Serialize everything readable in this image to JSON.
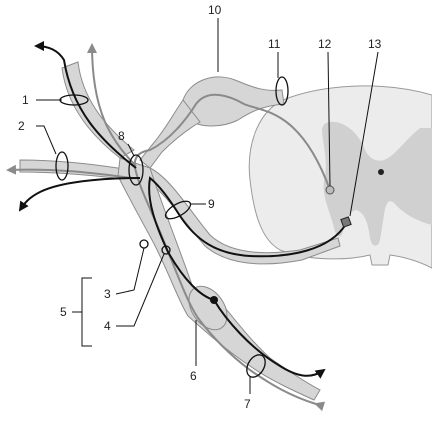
{
  "labels": {
    "l1": "1",
    "l2": "2",
    "l3": "3",
    "l4": "4",
    "l5": "5",
    "l6": "6",
    "l7": "7",
    "l8": "8",
    "l9": "9",
    "l10": "10",
    "l11": "11",
    "l12": "12",
    "l13": "13"
  },
  "colors": {
    "nerve_fill": "#d6d6d6",
    "nerve_edge": "#8c8c8c",
    "cord_fill": "#ececec",
    "gray_matter": "#cfcfcf",
    "motor_fiber": "#111111",
    "sensory_fiber": "#8a8a8a",
    "ring": "#111111"
  }
}
